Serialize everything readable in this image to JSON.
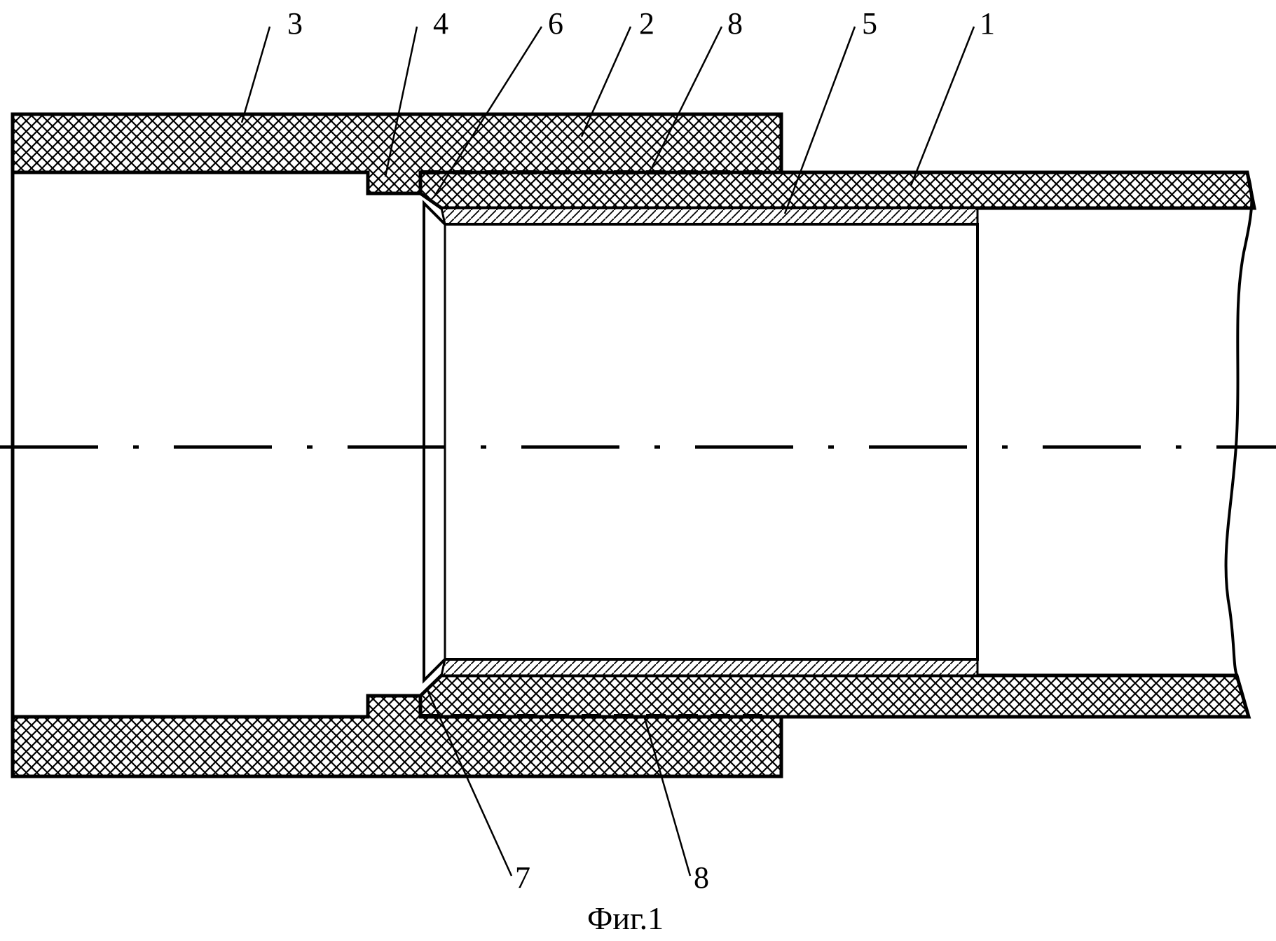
{
  "figure": {
    "caption": "Фиг.1",
    "callouts": [
      {
        "id": "c3",
        "label": "3"
      },
      {
        "id": "c4",
        "label": "4"
      },
      {
        "id": "c6",
        "label": "6"
      },
      {
        "id": "c2",
        "label": "2"
      },
      {
        "id": "c8-top",
        "label": "8"
      },
      {
        "id": "c5",
        "label": "5"
      },
      {
        "id": "c1",
        "label": "1"
      },
      {
        "id": "c7",
        "label": "7"
      },
      {
        "id": "c8-bottom",
        "label": "8"
      }
    ]
  },
  "colors": {
    "line": "#000000",
    "background": "#ffffff"
  }
}
